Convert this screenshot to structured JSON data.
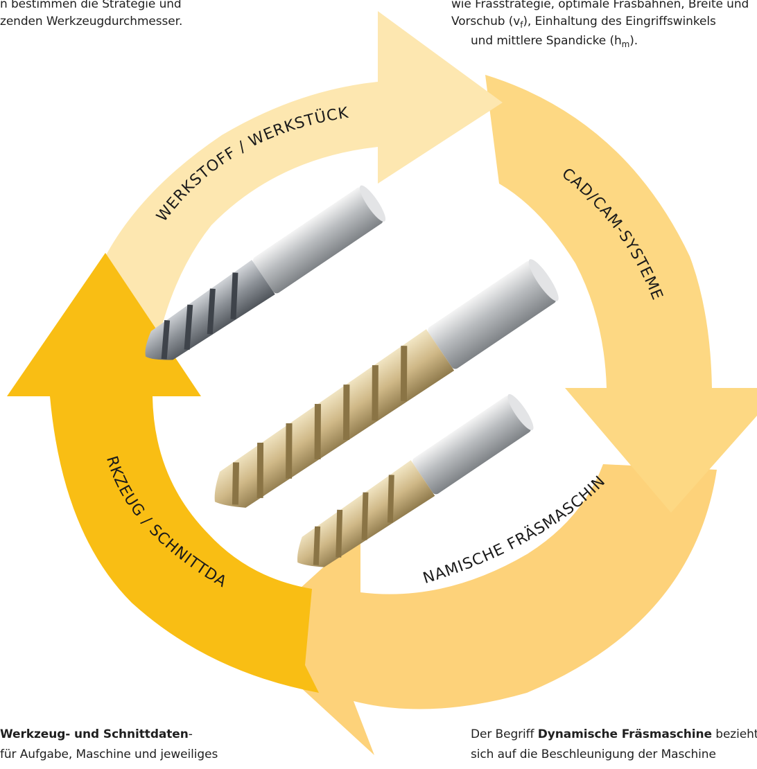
{
  "text": {
    "top_left_1": "n bestimmen die Strategie und",
    "top_left_2": "zenden Werkzeugdurchmesser.",
    "top_right_1": "wie Frässtrategie, optimale Fräsbahnen, Breite und",
    "top_right_2a": "Vorschub (v",
    "top_right_2b": "f",
    "top_right_2c": "), Einhaltung des Eingriffswinkels",
    "top_right_3a": "und mittlere Spandicke (h",
    "top_right_3b": "m",
    "top_right_3c": ").",
    "bottom_left_1a": "Werkzeug- und Schnittdaten",
    "bottom_left_1b": "-",
    "bottom_left_2": "für Aufgabe, Maschine und jeweiliges",
    "bottom_right_1a": "Der Begriff ",
    "bottom_right_1b": "Dynamische Fräsmaschine",
    "bottom_right_1c": " bezieht",
    "bottom_right_2": "sich auf die Beschleunigung der Maschine"
  },
  "cycle": {
    "labels": {
      "werkstoff": "WERKSTOFF / WERKSTÜCK",
      "cadcam": "CAD/CAM-SYSTEME",
      "maschinen": "DYNAMISCHE FRÄSMASCHINEN",
      "werkzeug": "WERKZEUG / SCHNITTDATEN"
    },
    "colors": {
      "werkstoff": "#fde7b0",
      "cadcam": "#fdd883",
      "maschinen": "#fdd27a",
      "werkzeug": "#f9be14"
    }
  },
  "images": {
    "cutters": [
      "end-mill-silver",
      "end-mill-gold-large",
      "end-mill-gold-small"
    ]
  }
}
